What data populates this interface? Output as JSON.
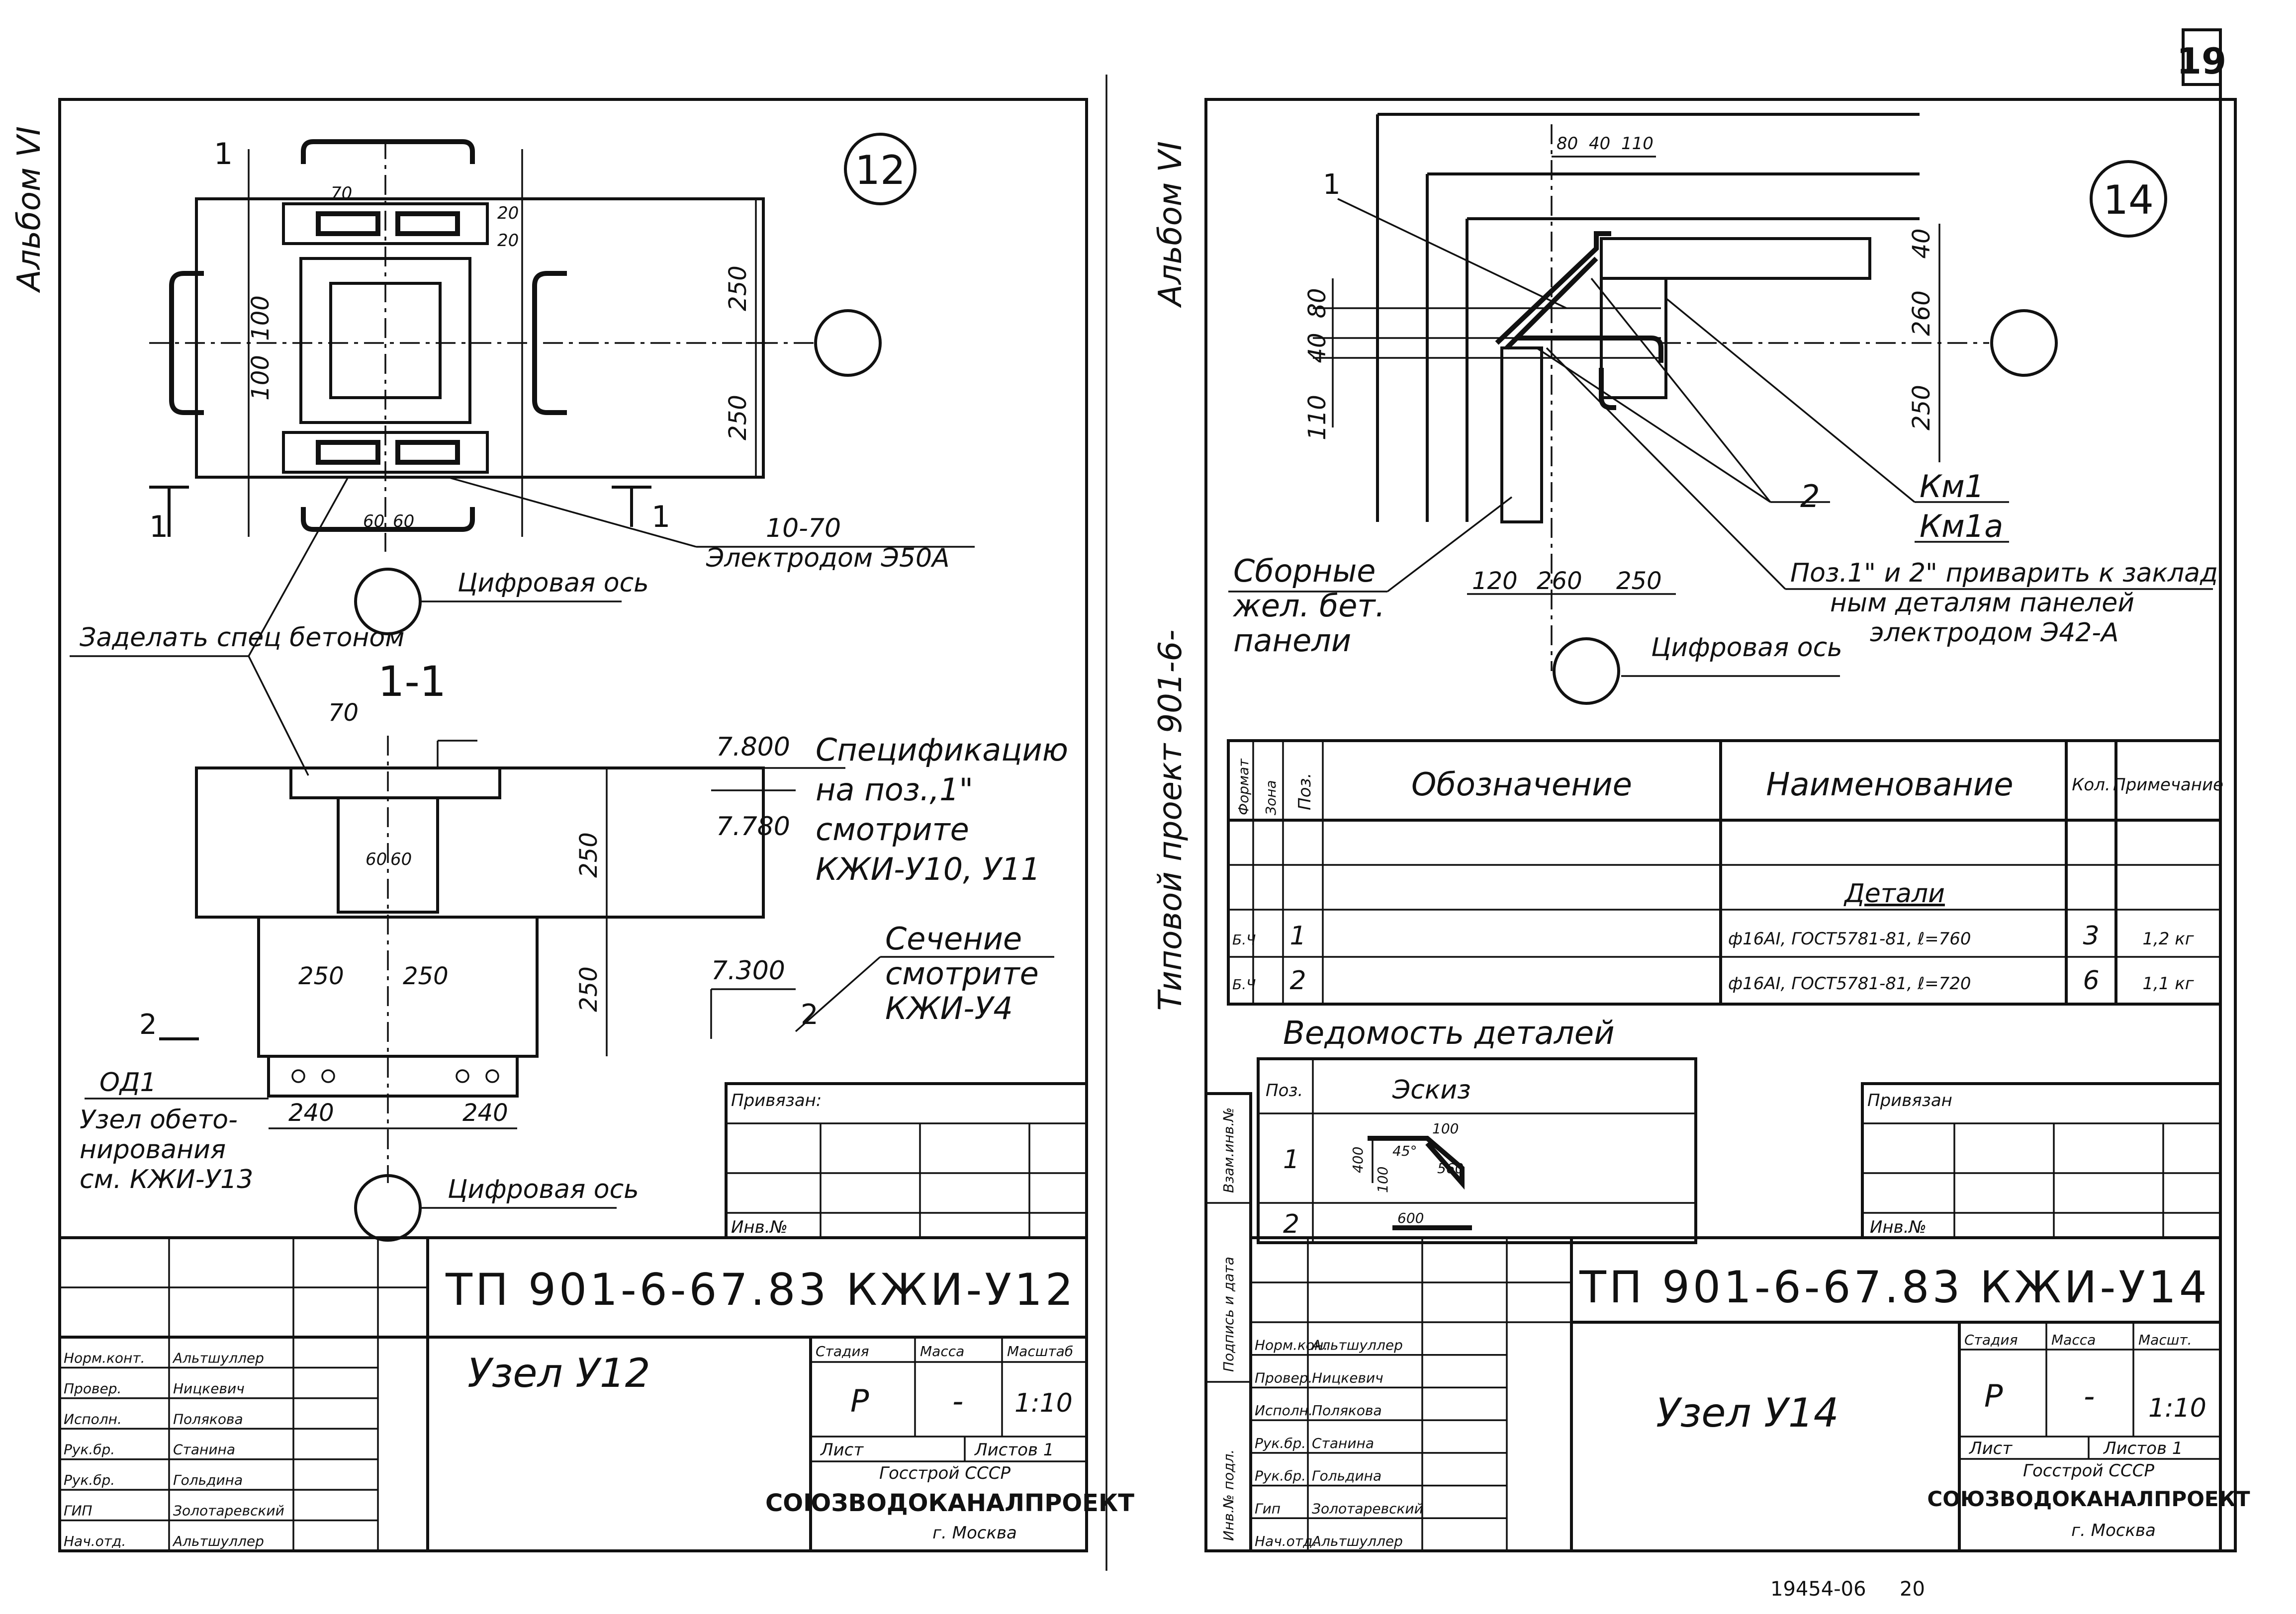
{
  "page_number": "19",
  "side_album": "Альбом VI",
  "side_project": "Типовой проект 901-6-",
  "footer_codes": [
    "19454-06",
    "20"
  ],
  "left": {
    "node_number": "12",
    "section_mark": "1",
    "dims_plan": [
      "70",
      "20",
      "20",
      "100",
      "100",
      "250",
      "250",
      "60",
      "60"
    ],
    "weld_note_a": "10-70",
    "weld_note_b": "Электродом Э50А",
    "axis_label": "Цифровая ось",
    "embed_note": "Заделать спец бетоном",
    "section_title": "1-1",
    "dims_section": [
      "70",
      "250",
      "250",
      "60",
      "60",
      "250",
      "250",
      "240",
      "240"
    ],
    "levels": [
      "7.800",
      "7.780",
      "7.300"
    ],
    "spec_note": "Спецификацию на поз.,1\" смотрите КЖИ-У10, У11",
    "section_note": "Сечение смотрите КЖИ-У4",
    "section2_mark": "2",
    "od1": "ОД1",
    "concreting_note": "Узел обетонирования см. КЖИ-У13",
    "axis_label2": "Цифровая ось",
    "privyazan": "Привязан:",
    "inv": "Инв.№",
    "doc_code": "ТП 901-6-67.83 КЖИ-У12",
    "title": "Узел У12",
    "stage_headers": [
      "Стадия",
      "Масса",
      "Масштаб"
    ],
    "stage_values": [
      "Р",
      "-",
      "1:10"
    ],
    "sheet_label": "Лист",
    "sheets_label": "Листов 1",
    "org1": "Госстрой СССР",
    "org2": "СОЮЗВОДОКАНАЛПРОЕКТ",
    "org3": "г. Москва",
    "signatures": [
      {
        "role": "Норм.конт.",
        "name": "Альтшуллер"
      },
      {
        "role": "Провер.",
        "name": "Ницкевич"
      },
      {
        "role": "Исполн.",
        "name": "Полякова"
      },
      {
        "role": "Рук.бр.",
        "name": "Станина"
      },
      {
        "role": "Рук.бр.",
        "name": "Гольдина"
      },
      {
        "role": "ГИП",
        "name": "Золотаревский"
      },
      {
        "role": "Нач.отд.",
        "name": "Альтшуллер"
      }
    ]
  },
  "right": {
    "node_number": "14",
    "dims_top": [
      "80",
      "40",
      "110"
    ],
    "dims_left": [
      "110",
      "40",
      "80"
    ],
    "dims_right": [
      "250",
      "260",
      "40"
    ],
    "dims_bottom": [
      "120",
      "260",
      "250"
    ],
    "mark1": "1",
    "mark2": "2",
    "km1": "Км1",
    "km1a": "Км1а",
    "prefab_note": "Сборные жел. бет. панели",
    "weld_note": "Поз.1\" и 2\" приварить к закладным деталям панелей электродом Э42-А",
    "axis_label": "Цифровая ось",
    "spec_headers": [
      "Формат",
      "Зона",
      "Поз.",
      "Обозначение",
      "Наименование",
      "Кол.",
      "Примечание"
    ],
    "spec_section": "Детали",
    "spec_rows": [
      {
        "fmt": "Б.Ч",
        "pos": "1",
        "name": "ф16АI, ГОСТ5781-81, ℓ=760",
        "qty": "3",
        "note": "1,2 кг"
      },
      {
        "fmt": "Б.Ч",
        "pos": "2",
        "name": "ф16АI, ГОСТ5781-81, ℓ=720",
        "qty": "6",
        "note": "1,1 кг"
      }
    ],
    "details_title": "Ведомость деталей",
    "details_headers": [
      "Поз.",
      "Эскиз"
    ],
    "details_rows": [
      {
        "pos": "1",
        "dims": [
          "100",
          "45°",
          "400",
          "100",
          "560"
        ]
      },
      {
        "pos": "2",
        "dims": [
          "600"
        ]
      }
    ],
    "privyazan": "Привязан",
    "inv": "Инв.№",
    "doc_code": "ТП 901-6-67.83 КЖИ-У14",
    "title": "Узел У14",
    "stage_headers": [
      "Стадия",
      "Масса",
      "Масшт."
    ],
    "stage_values": [
      "Р",
      "-",
      "1:10"
    ],
    "sheet_label": "Лист",
    "sheets_label": "Листов 1",
    "org1": "Госстрой СССР",
    "org2": "СОЮЗВОДОКАНАЛПРОЕКТ",
    "org3": "г. Москва",
    "side_cols": [
      "Инв.№ подл.",
      "Подпись и дата",
      "Взам.инв.№"
    ],
    "signatures": [
      {
        "role": "Норм.кон.",
        "name": "Альтшуллер"
      },
      {
        "role": "Провер.",
        "name": "Ницкевич"
      },
      {
        "role": "Исполн.",
        "name": "Полякова"
      },
      {
        "role": "Рук.бр.",
        "name": "Станина"
      },
      {
        "role": "Рук.бр.",
        "name": "Гольдина"
      },
      {
        "role": "Гип",
        "name": "Золотаревский"
      },
      {
        "role": "Нач.отд.",
        "name": "Альтшуллер"
      }
    ]
  }
}
